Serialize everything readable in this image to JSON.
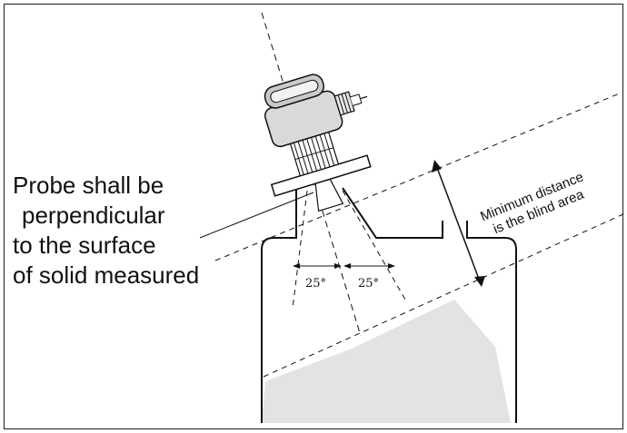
{
  "annotations": {
    "instruction_lines": [
      "Probe shall be",
      "perpendicular",
      "to the surface",
      "of solid measured"
    ],
    "blind_area_lines": [
      "Minimum distance",
      "is the blind area"
    ],
    "angle_left": "25°",
    "angle_right": "25°"
  },
  "colors": {
    "line": "#111111",
    "solid_fill": "#e3e3e3",
    "probe_body": "#d9d9d9",
    "background": "#ffffff"
  }
}
